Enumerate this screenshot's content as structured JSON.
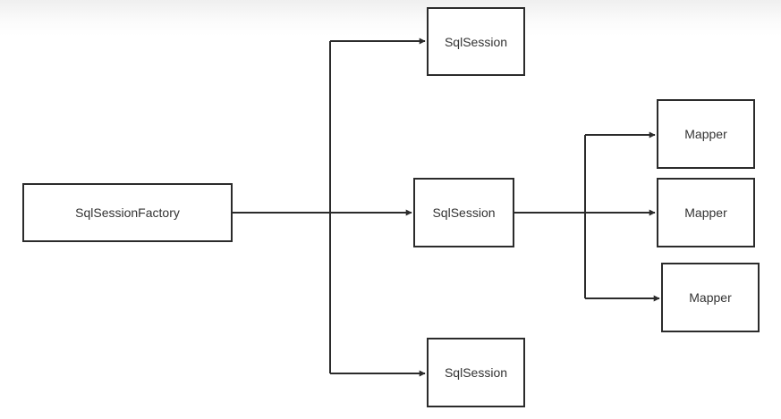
{
  "diagram": {
    "factory": {
      "label": "SqlSessionFactory"
    },
    "sessions": [
      {
        "label": "SqlSession"
      },
      {
        "label": "SqlSession"
      },
      {
        "label": "SqlSession"
      }
    ],
    "mappers": [
      {
        "label": "Mapper"
      },
      {
        "label": "Mapper"
      },
      {
        "label": "Mapper"
      }
    ]
  },
  "colors": {
    "stroke": "#2b2b2b",
    "text": "#333333",
    "background": "#ffffff"
  }
}
